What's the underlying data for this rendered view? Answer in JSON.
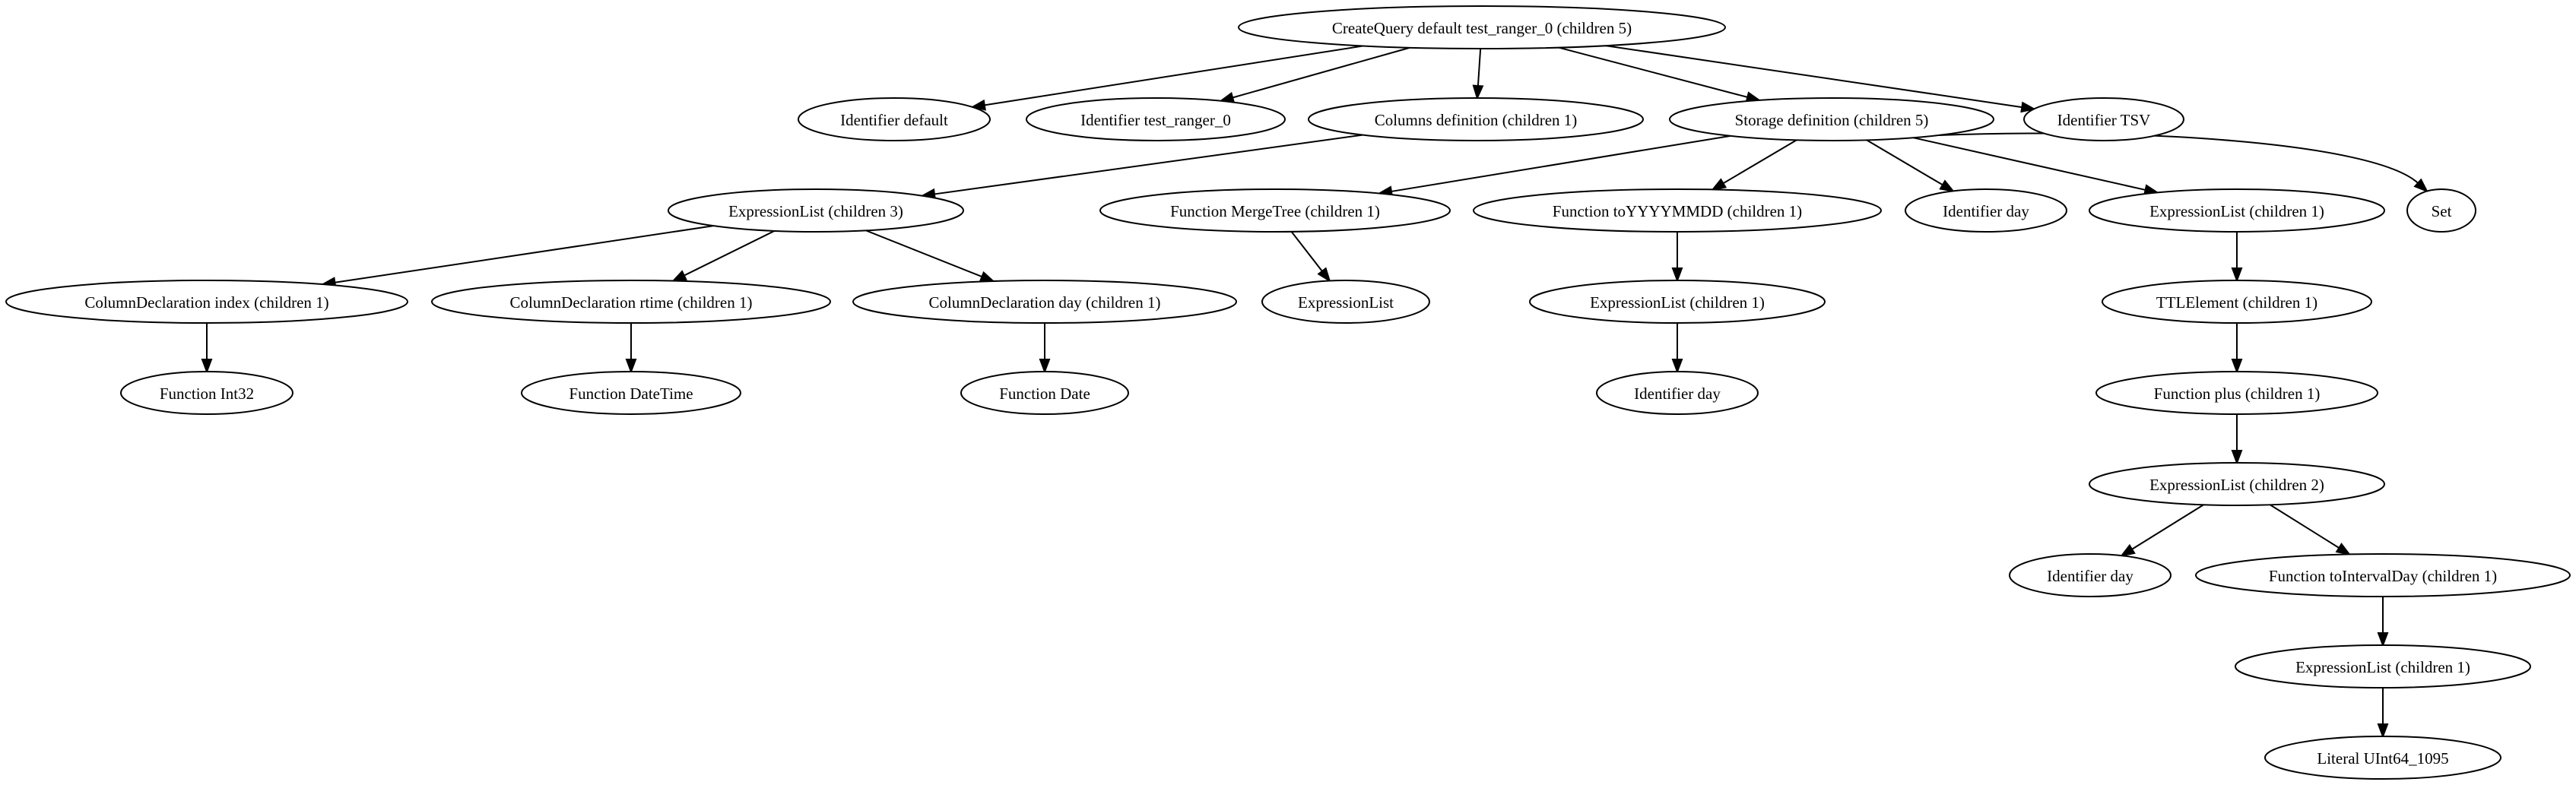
{
  "diagram": {
    "type": "tree",
    "nodes": [
      {
        "id": "n0",
        "label": "CreateQuery default test_ranger_0 (children 5)"
      },
      {
        "id": "n1",
        "label": "Identifier default"
      },
      {
        "id": "n2",
        "label": "Identifier test_ranger_0"
      },
      {
        "id": "n3",
        "label": "Columns definition (children 1)"
      },
      {
        "id": "n4",
        "label": "Storage definition (children 5)"
      },
      {
        "id": "n5",
        "label": "Identifier TSV"
      },
      {
        "id": "n6",
        "label": "ExpressionList (children 3)"
      },
      {
        "id": "n7",
        "label": "Function MergeTree (children 1)"
      },
      {
        "id": "n8",
        "label": "Function toYYYYMMDD (children 1)"
      },
      {
        "id": "n9",
        "label": "Identifier day"
      },
      {
        "id": "n10",
        "label": "ExpressionList (children 1)"
      },
      {
        "id": "n11",
        "label": "Set"
      },
      {
        "id": "n12",
        "label": "ColumnDeclaration index (children 1)"
      },
      {
        "id": "n13",
        "label": "ColumnDeclaration rtime (children 1)"
      },
      {
        "id": "n14",
        "label": "ColumnDeclaration day (children 1)"
      },
      {
        "id": "n15",
        "label": "ExpressionList"
      },
      {
        "id": "n16",
        "label": "ExpressionList (children 1)"
      },
      {
        "id": "n17",
        "label": "TTLElement (children 1)"
      },
      {
        "id": "n18",
        "label": "Function Int32"
      },
      {
        "id": "n19",
        "label": "Function DateTime"
      },
      {
        "id": "n20",
        "label": "Function Date"
      },
      {
        "id": "n21",
        "label": "Identifier day"
      },
      {
        "id": "n22",
        "label": "Function plus (children 1)"
      },
      {
        "id": "n23",
        "label": "ExpressionList (children 2)"
      },
      {
        "id": "n24",
        "label": "Identifier day"
      },
      {
        "id": "n25",
        "label": "Function toIntervalDay (children 1)"
      },
      {
        "id": "n26",
        "label": "ExpressionList (children 1)"
      },
      {
        "id": "n27",
        "label": "Literal UInt64_1095"
      }
    ],
    "edges": [
      {
        "from": "n0",
        "to": "n1"
      },
      {
        "from": "n0",
        "to": "n2"
      },
      {
        "from": "n0",
        "to": "n3"
      },
      {
        "from": "n0",
        "to": "n4"
      },
      {
        "from": "n0",
        "to": "n5"
      },
      {
        "from": "n3",
        "to": "n6"
      },
      {
        "from": "n4",
        "to": "n7"
      },
      {
        "from": "n4",
        "to": "n8"
      },
      {
        "from": "n4",
        "to": "n9"
      },
      {
        "from": "n4",
        "to": "n10"
      },
      {
        "from": "n4",
        "to": "n11"
      },
      {
        "from": "n6",
        "to": "n12"
      },
      {
        "from": "n6",
        "to": "n13"
      },
      {
        "from": "n6",
        "to": "n14"
      },
      {
        "from": "n7",
        "to": "n15"
      },
      {
        "from": "n8",
        "to": "n16"
      },
      {
        "from": "n10",
        "to": "n17"
      },
      {
        "from": "n12",
        "to": "n18"
      },
      {
        "from": "n13",
        "to": "n19"
      },
      {
        "from": "n14",
        "to": "n20"
      },
      {
        "from": "n16",
        "to": "n21"
      },
      {
        "from": "n17",
        "to": "n22"
      },
      {
        "from": "n22",
        "to": "n23"
      },
      {
        "from": "n23",
        "to": "n24"
      },
      {
        "from": "n23",
        "to": "n25"
      },
      {
        "from": "n25",
        "to": "n26"
      },
      {
        "from": "n26",
        "to": "n27"
      }
    ]
  },
  "colors": {
    "background": "#ffffff",
    "stroke": "#000000",
    "text": "#000000"
  }
}
